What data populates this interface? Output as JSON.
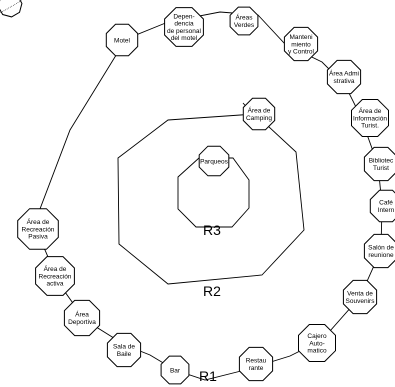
{
  "rings": [
    {
      "id": "R1",
      "label": "R1"
    },
    {
      "id": "R2",
      "label": "R2"
    },
    {
      "id": "R3",
      "label": "R3"
    }
  ],
  "nodes": [
    {
      "id": "dot-corner",
      "lines": [
        ".............."
      ]
    },
    {
      "id": "motel",
      "lines": [
        "Motel"
      ]
    },
    {
      "id": "dependencia",
      "lines": [
        "Depen-",
        "dencia",
        "de personal",
        "del motel"
      ]
    },
    {
      "id": "areas-verdes",
      "lines": [
        "Áreas",
        "Verdes"
      ]
    },
    {
      "id": "mantenimiento",
      "lines": [
        "Manteni",
        "miento",
        "y Control"
      ]
    },
    {
      "id": "area-administrativa",
      "lines": [
        "Área Admi",
        "strativa"
      ]
    },
    {
      "id": "area-informacion",
      "lines": [
        "Área de",
        "Información",
        "Turist."
      ]
    },
    {
      "id": "biblioteca",
      "lines": [
        "Bibliotec",
        "Turist"
      ]
    },
    {
      "id": "cafe-internet",
      "lines": [
        "Café",
        "Intern"
      ]
    },
    {
      "id": "salon-reuniones",
      "lines": [
        "Salón de",
        "reunione"
      ]
    },
    {
      "id": "venta-souvenirs",
      "lines": [
        "Venta de",
        "Souvenirs"
      ]
    },
    {
      "id": "cajero",
      "lines": [
        "Cajero",
        "Auto-",
        "matico"
      ]
    },
    {
      "id": "restaurante",
      "lines": [
        "Restau",
        "rante"
      ]
    },
    {
      "id": "bar",
      "lines": [
        "Bar"
      ]
    },
    {
      "id": "sala-baile",
      "lines": [
        "Sala de",
        "Baile"
      ]
    },
    {
      "id": "area-deportiva",
      "lines": [
        "Área",
        "Deportiva"
      ]
    },
    {
      "id": "recreacion-activa",
      "lines": [
        "Área de",
        "Recreación",
        "activa"
      ]
    },
    {
      "id": "recreacion-pasiva",
      "lines": [
        "Área de",
        "Recreación",
        "Pasiva"
      ]
    },
    {
      "id": "area-camping",
      "lines": [
        "Área de",
        "Camping"
      ]
    },
    {
      "id": "parqueos",
      "lines": [
        "Parqueos"
      ]
    }
  ]
}
